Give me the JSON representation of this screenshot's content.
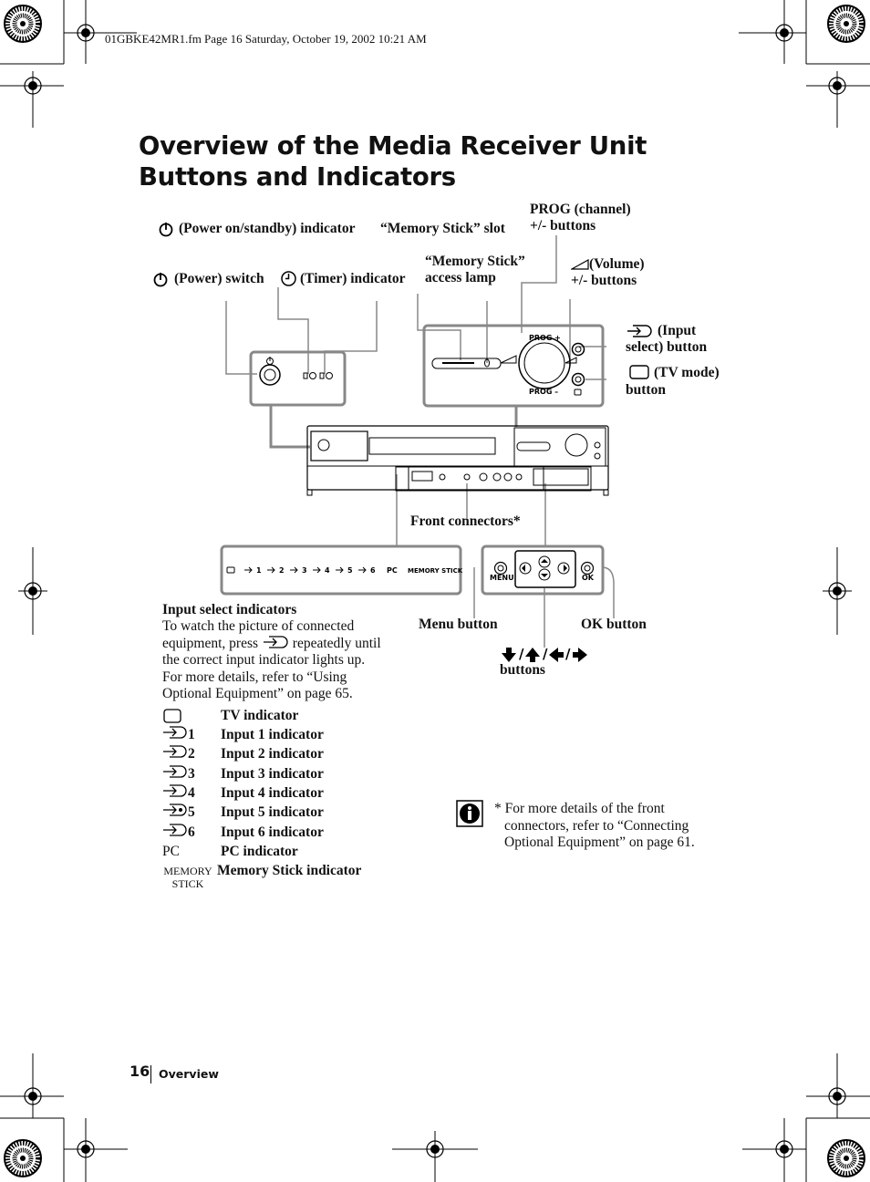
{
  "header": {
    "file_info": "01GBKE42MR1.fm  Page 16  Saturday, October 19, 2002  10:21 AM"
  },
  "page": {
    "title": "Overview of the Media Receiver Unit Buttons and Indicators"
  },
  "callouts": {
    "power_indicator": "(Power on/standby) indicator",
    "memory_stick_slot": "“Memory Stick” slot",
    "prog_line1": "PROG (channel)",
    "prog_line2": "+/- buttons",
    "power_switch": "(Power) switch",
    "timer_indicator": "(Timer) indicator",
    "access_lamp_line1": "“Memory Stick”",
    "access_lamp_line2": "access lamp",
    "volume_line1": "(Volume)",
    "volume_line2": "+/- buttons",
    "input_select_line1": "(Input",
    "input_select_line2": "select) button",
    "tv_mode_line1": "(TV mode)",
    "tv_mode_line2": "button",
    "front_connectors": "Front connectors*",
    "menu_button": "Menu button",
    "ok_button": "OK button",
    "arrow_buttons": "buttons"
  },
  "device_labels": {
    "prog_plus": "PROG +",
    "prog_minus": "PROG –",
    "menu": "MENU",
    "ok": "OK",
    "pc": "PC",
    "memory_stick": "MEMORY STICK",
    "inputs": [
      "1",
      "2",
      "3",
      "4",
      "5",
      "6"
    ]
  },
  "input_select": {
    "heading": "Input select indicators",
    "line1": "To watch the picture of connected",
    "line2a": "equipment, press",
    "line2b": "repeatedly until",
    "line3": "the correct input indicator lights up.",
    "line4": "For more details, refer to “Using",
    "line5": "Optional Equipment” on page 65."
  },
  "indicators": [
    {
      "symbol": "",
      "label": "TV indicator"
    },
    {
      "symbol": "1",
      "label": "Input 1 indicator"
    },
    {
      "symbol": "2",
      "label": "Input 2 indicator"
    },
    {
      "symbol": "3",
      "label": "Input 3 indicator"
    },
    {
      "symbol": "4",
      "label": "Input 4 indicator"
    },
    {
      "symbol": "5",
      "label": "Input 5 indicator"
    },
    {
      "symbol": "6",
      "label": "Input 6 indicator"
    },
    {
      "symbol": "PC",
      "label": "PC indicator"
    },
    {
      "symbol": "MEMORY STICK",
      "label": "Memory Stick indicator"
    }
  ],
  "memory_stick_sym": {
    "line1": "MEMORY",
    "line2": "STICK"
  },
  "note": {
    "line1": "* For more details of the front",
    "line2": "connectors, refer to “Connecting",
    "line3": "Optional Equipment” on page 61."
  },
  "footer": {
    "page_number": "16",
    "section": "Overview"
  }
}
